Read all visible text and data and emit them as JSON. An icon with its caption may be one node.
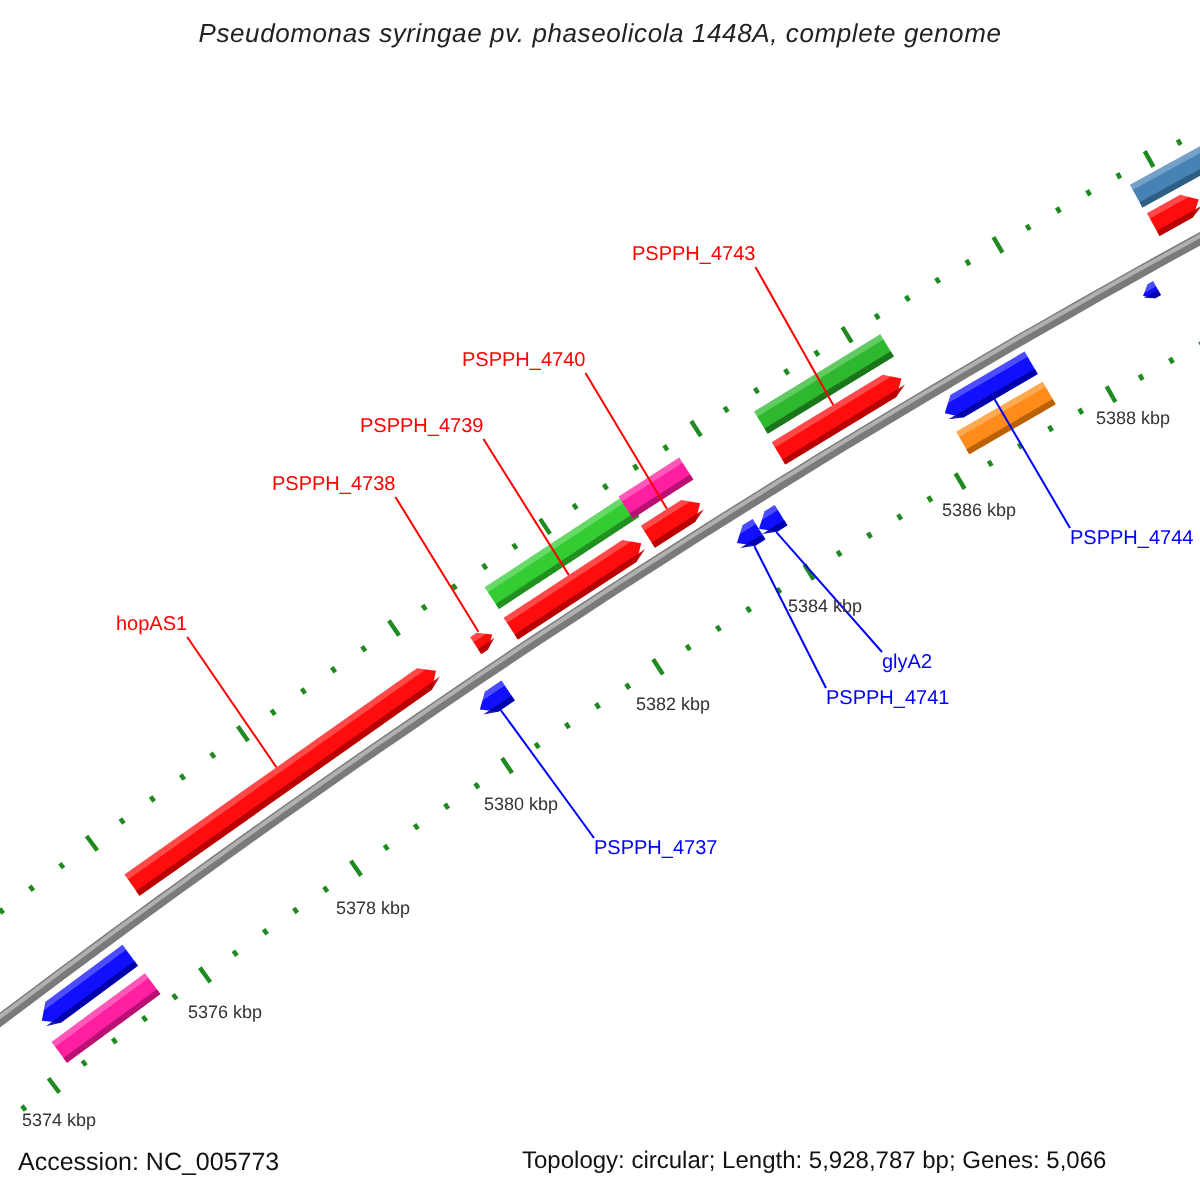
{
  "diagram": {
    "title": "Pseudomonas syringae pv. phaseolicola 1448A, complete genome",
    "nodes": [
      {
        "text": [
          "PSPPH_4743"
        ]
      },
      {
        "text": [
          "PSPPH_4740"
        ]
      },
      {
        "text": [
          "PSPPH_4739"
        ]
      },
      {
        "text": [
          "PSPPH_4738"
        ]
      },
      {
        "text": [
          "hopAS1"
        ]
      },
      {
        "text": [
          "PSPPH_4744"
        ]
      },
      {
        "text": [
          "glyA2"
        ]
      },
      {
        "text": [
          "PSPPH_4741"
        ]
      },
      {
        "text": [
          "PSPPH_4737"
        ]
      },
      {
        "text": [],
        "shape": "arrow"
      },
      {
        "text": [],
        "shape": "arrow"
      },
      {
        "text": [],
        "shape": "arrow"
      },
      {
        "text": [],
        "shape": "arrow"
      },
      {
        "text": [],
        "shape": "arrow"
      },
      {
        "text": [],
        "shape": "arrow"
      },
      {
        "text": [],
        "shape": "arrow"
      },
      {
        "text": [],
        "shape": "arrow"
      },
      {
        "text": [],
        "shape": "arrow"
      }
    ],
    "edges": [
      {
        "from": 0,
        "to": 16,
        "arrow": "none"
      },
      {
        "from": 1,
        "to": 13,
        "arrow": "none"
      },
      {
        "from": 2,
        "to": 12,
        "arrow": "none"
      },
      {
        "from": 3,
        "to": 10,
        "arrow": "none"
      },
      {
        "from": 4,
        "to": 9,
        "arrow": "none"
      },
      {
        "from": 5,
        "to": 17,
        "arrow": "none",
        "color": "#0000ff"
      },
      {
        "from": 6,
        "to": 15,
        "arrow": "none",
        "color": "#0000ff"
      },
      {
        "from": 7,
        "to": 14,
        "arrow": "none",
        "color": "#0000ff"
      },
      {
        "from": 8,
        "to": 11,
        "arrow": "none",
        "color": "#0000ff"
      }
    ],
    "labels": [
      "5388 kbp",
      "5386 kbp",
      "5384 kbp",
      "5382 kbp",
      "5380 kbp",
      "5378 kbp",
      "5376 kbp",
      "5374 kbp",
      "Accession: NC_005773",
      "Topology: circular; Length: 5,928,787 bp; Genes: 5,066"
    ]
  }
}
